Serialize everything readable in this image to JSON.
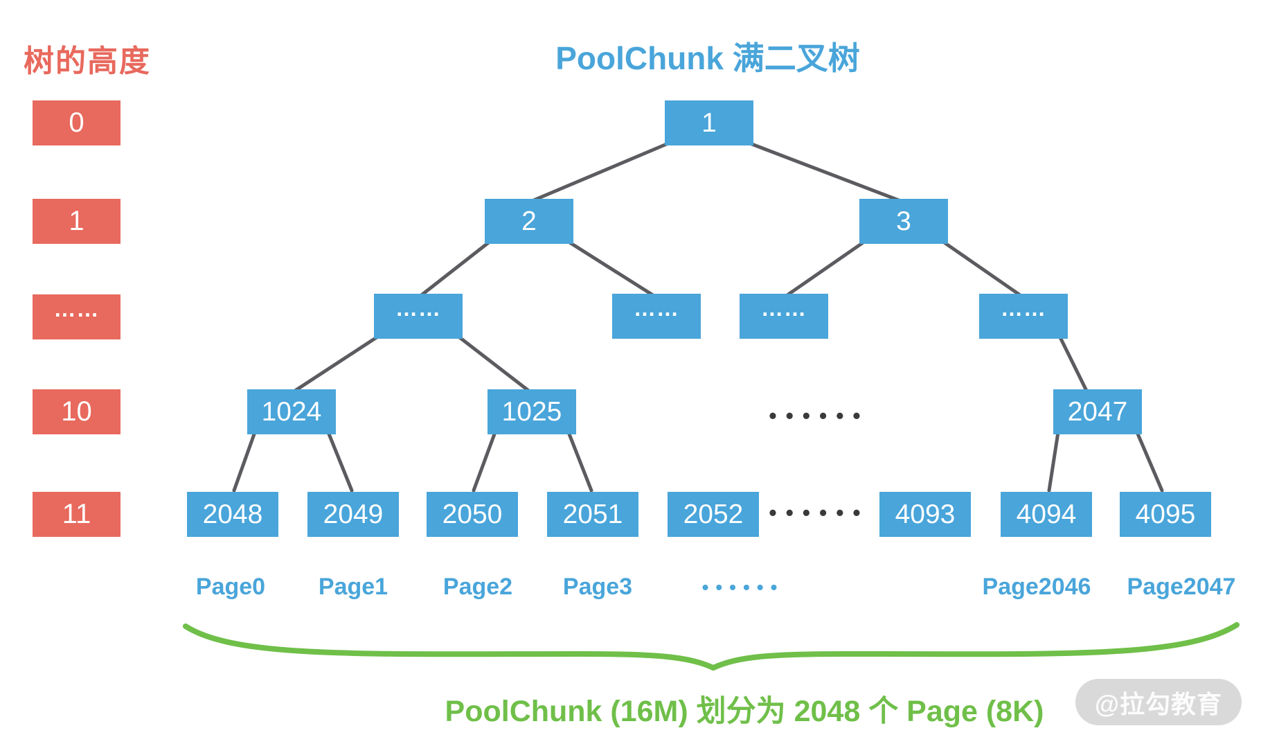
{
  "title": "PoolChunk 满二叉树",
  "colors": {
    "red": "#e8695d",
    "blue": "#49a5da",
    "green": "#6fbf49",
    "line": "#5b5b60",
    "dark-dots": "#3a3a3c",
    "wm-bg": "#d9d9d9"
  },
  "left_axis": {
    "title": "树的高度",
    "items": [
      "0",
      "1",
      "……",
      "10",
      "11"
    ]
  },
  "tree": {
    "root": "1",
    "level1": [
      "2",
      "3"
    ],
    "level2": [
      "……",
      "……",
      "……",
      "……"
    ],
    "level10": [
      "1024",
      "1025",
      "2047"
    ],
    "level10_dots": "••••••",
    "level11": [
      "2048",
      "2049",
      "2050",
      "2051",
      "2052",
      "4093",
      "4094",
      "4095"
    ],
    "level11_dots": "••••••"
  },
  "pages": {
    "labels": [
      "Page0",
      "Page1",
      "Page2",
      "Page3",
      "Page2046",
      "Page2047"
    ],
    "dots": "••••••"
  },
  "caption": "PoolChunk (16M) 划分为 2048 个 Page (8K)",
  "watermark": "@拉勾教育"
}
